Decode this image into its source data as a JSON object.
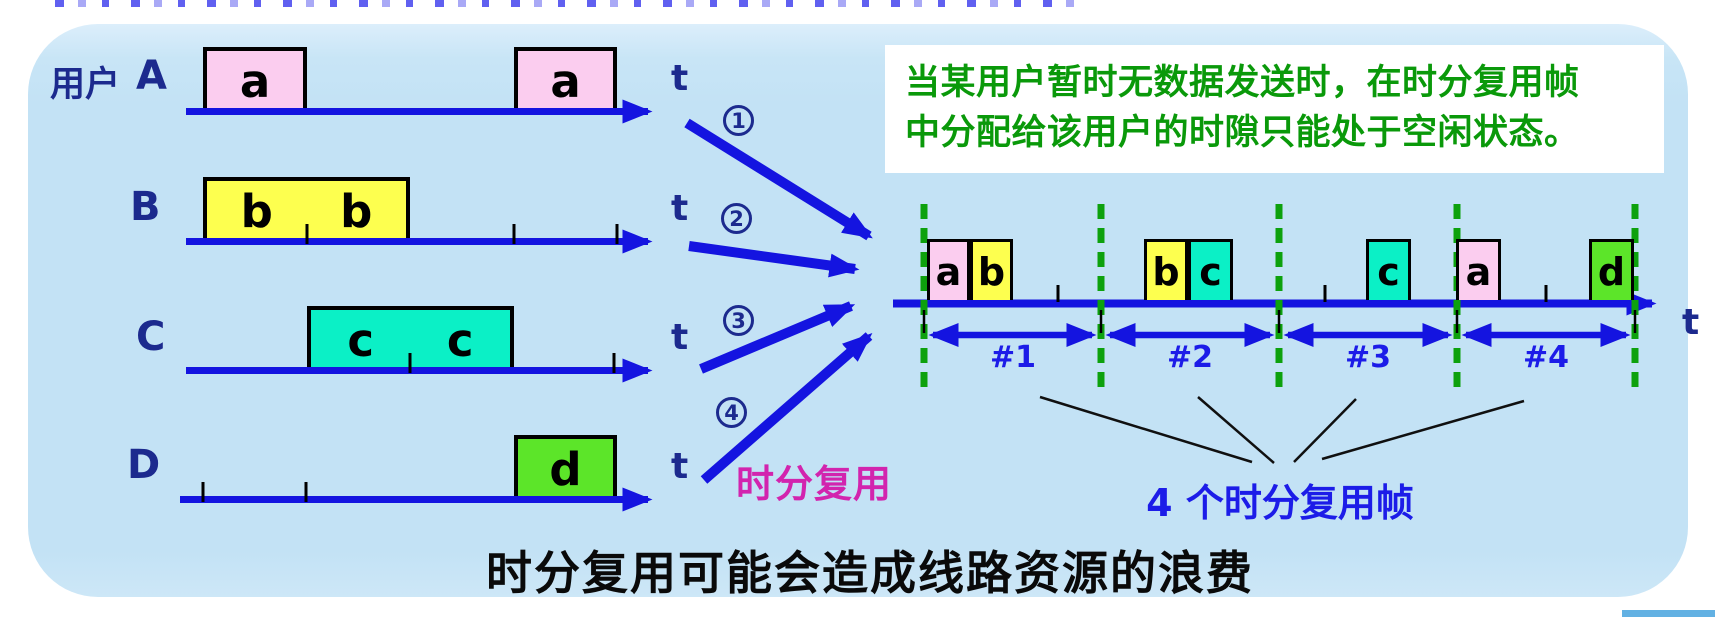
{
  "labels": {
    "users_prefix": "用户",
    "t_axis": "t",
    "mux_method": "时分复用",
    "frames_caption": "4 个时分复用帧",
    "bottom_caption": "时分复用可能会造成线路资源的浪费"
  },
  "note_box": {
    "line1": "当某用户暂时无数据发送时，在时分复用帧",
    "line2": "中分配给该用户的时隙只能处于空闲状态。"
  },
  "left_rows": [
    {
      "label": "A",
      "blocks": [
        [
          "a"
        ],
        [
          "a"
        ]
      ]
    },
    {
      "label": "B",
      "blocks": [
        [
          "b",
          "b"
        ]
      ]
    },
    {
      "label": "C",
      "blocks": [
        [
          "c",
          "c"
        ]
      ]
    },
    {
      "label": "D",
      "blocks": [
        [
          "d"
        ]
      ]
    }
  ],
  "circled_numbers": [
    "1",
    "2",
    "3",
    "4"
  ],
  "frames": [
    {
      "label": "#1",
      "slots": [
        "a",
        "b"
      ]
    },
    {
      "label": "#2",
      "slots": [
        "b",
        "c"
      ]
    },
    {
      "label": "#3",
      "slots": [
        "c"
      ]
    },
    {
      "label": "#4",
      "slots": [
        "a",
        "d"
      ]
    }
  ],
  "colors": {
    "panel_bg": "#c3e2f5",
    "line_blue": "#1414e0",
    "navy_text": "#1c2a8e",
    "bright_blue_text": "#1c1ce8",
    "magenta_text": "#d224ae",
    "dash_green": "#0da10d",
    "note_green": "#0a990a",
    "block_pink": "#fbcdef",
    "block_yellow": "#fdff4f",
    "block_cyan": "#0bf0c6",
    "block_green": "#5ce529",
    "corner_bar_blue": "#62b1e3"
  }
}
